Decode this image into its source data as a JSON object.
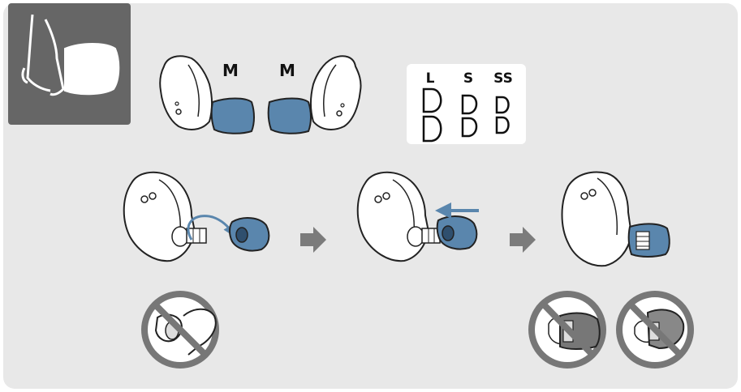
{
  "tips": {
    "left_size_label": "M",
    "right_size_label": "M"
  },
  "size_chart": {
    "sizes": [
      "L",
      "S",
      "SS"
    ]
  },
  "colors": {
    "background": "#ffffff",
    "panel": "#e8e8e8",
    "icon_box": "#666666",
    "eartip_blue": "#5a86ad",
    "arrow_gray": "#7b7b7b",
    "prohibit": "#777777"
  },
  "icons": {
    "header": "earbud-tip-icon",
    "step_arrow": "right-arrow-icon",
    "prohibited": "prohibited-icon"
  }
}
